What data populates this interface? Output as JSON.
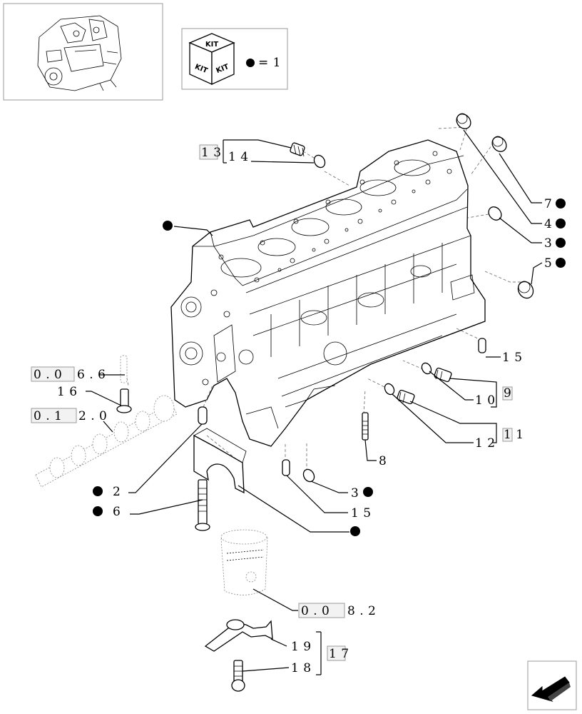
{
  "kit_legend": {
    "kit_text": "KIT",
    "equals_text": "= 1"
  },
  "callouts": {
    "c13": "1 3",
    "c14": "1 4",
    "c7": "7",
    "c4": "4",
    "c3a": "3",
    "c5": "5",
    "c15a": "1 5",
    "c10": "1 0",
    "c9": "9",
    "c12": "1 2",
    "c11": "1 1",
    "c8": "8",
    "c3b": "3",
    "c15b": "1 5",
    "c2": "2",
    "c6": "6",
    "c16": "1 6",
    "ref_006": "0 . 0",
    "ref_006_tail": "6 . 6",
    "ref_0120": "0 . 1",
    "ref_0120_tail": "2 . 0",
    "ref_0082": "0 . 0",
    "ref_0082_tail": "8 . 2",
    "c19": "1 9",
    "c18": "1 8",
    "c17": "1 7"
  }
}
